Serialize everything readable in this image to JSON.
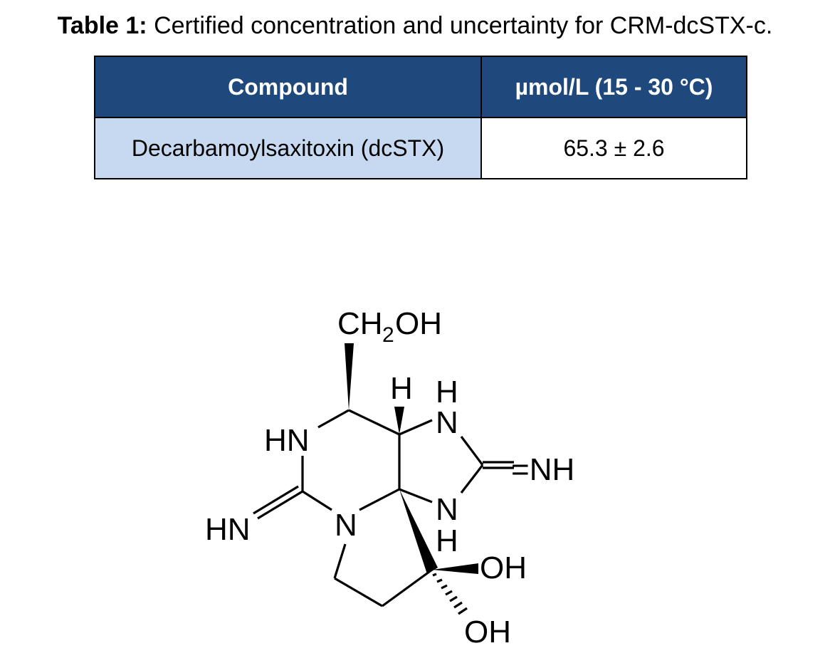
{
  "caption": {
    "label": "Table 1:",
    "text": " Certified concentration and uncertainty for CRM-dcSTX-c."
  },
  "table": {
    "headers": [
      "Compound",
      "µmol/L (15 - 30 °C)"
    ],
    "rows": [
      [
        "Decarbamoylsaxitoxin (dcSTX)",
        "65.3 ± 2.6"
      ]
    ]
  },
  "structure": {
    "labels": {
      "ch2oh_ch": "CH",
      "ch2oh_sub": "2",
      "ch2oh_oh": "OH",
      "h_wedge": "H",
      "nh_top_h": "H",
      "nh_top_n": "N",
      "hn_ring": "HN",
      "eq_nh": "=NH",
      "hn_imine": "HN",
      "n_center": "N",
      "nh_bottom_n": "N",
      "nh_bottom_h": "H",
      "oh_wedge": "OH",
      "oh_hash": "OH"
    },
    "colors": {
      "header_bg": "#1f497d",
      "name_cell_bg": "#c6d9f1"
    }
  }
}
